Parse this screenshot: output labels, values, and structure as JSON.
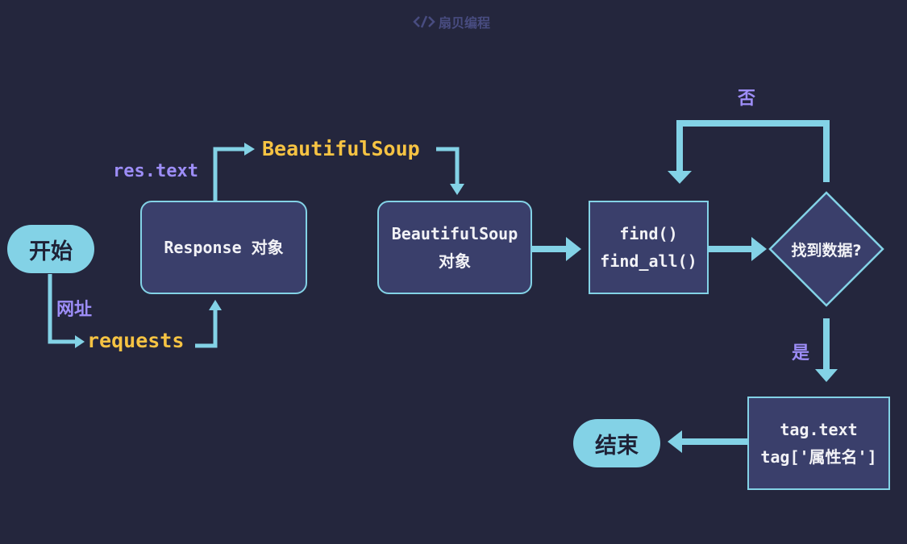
{
  "watermark": {
    "icon": "code-brackets-icon",
    "text": "扇贝编程"
  },
  "start": {
    "label": "开始"
  },
  "end": {
    "label": "结束"
  },
  "labels": {
    "url": "网址",
    "requests": "requests",
    "res_text": "res.text",
    "beautifulsoup": "BeautifulSoup",
    "no": "否",
    "yes": "是"
  },
  "nodes": {
    "response": {
      "line1": "Response 对象"
    },
    "soup": {
      "line1": "BeautifulSoup",
      "line2": "对象"
    },
    "find": {
      "line1": "find()",
      "line2": "find_all()"
    },
    "decision": {
      "line1": "找到数据?"
    },
    "tag": {
      "line1": "tag.text",
      "line2": "tag['属性名']"
    }
  },
  "colors": {
    "background": "#24263d",
    "arrow": "#83d2e6",
    "node_fill": "#3a3f6b",
    "label_purple": "#9d8df7",
    "label_yellow": "#f6c343"
  }
}
